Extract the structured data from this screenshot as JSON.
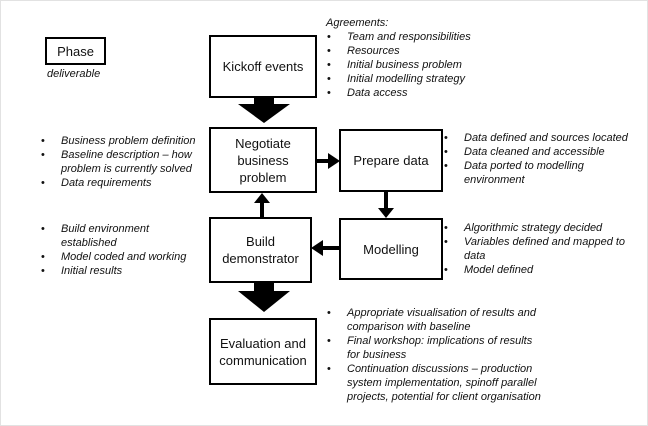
{
  "legend": {
    "box_label": "Phase",
    "sub_label": "deliverable"
  },
  "phases": {
    "kickoff": "Kickoff events",
    "negotiate": "Negotiate business problem",
    "prepare": "Prepare data",
    "modelling": "Modelling",
    "build": "Build demonstrator",
    "evaluation": "Evaluation and communication"
  },
  "deliverables": {
    "kickoff": {
      "heading": "Agreements:",
      "items": [
        "Team and responsibilities",
        "Resources",
        "Initial business problem",
        "Initial modelling strategy",
        "Data access"
      ]
    },
    "negotiate": {
      "items": [
        "Business problem definition",
        "Baseline description – how problem is currently solved",
        "Data requirements"
      ]
    },
    "prepare": {
      "items": [
        "Data defined and sources located",
        "Data cleaned and accessible",
        "Data ported to modelling environment"
      ]
    },
    "build": {
      "items": [
        "Build environment established",
        "Model coded and working",
        "Initial results"
      ]
    },
    "modelling": {
      "items": [
        "Algorithmic strategy decided",
        "Variables defined and mapped to data",
        "Model defined"
      ]
    },
    "evaluation": {
      "items": [
        "Appropriate visualisation of results and comparison with baseline",
        "Final workshop: implications of results for business",
        "Continuation discussions – production system implementation, spinoff parallel projects, potential for client organisation"
      ]
    }
  },
  "colors": {
    "line": "#000000",
    "background": "#ffffff"
  }
}
